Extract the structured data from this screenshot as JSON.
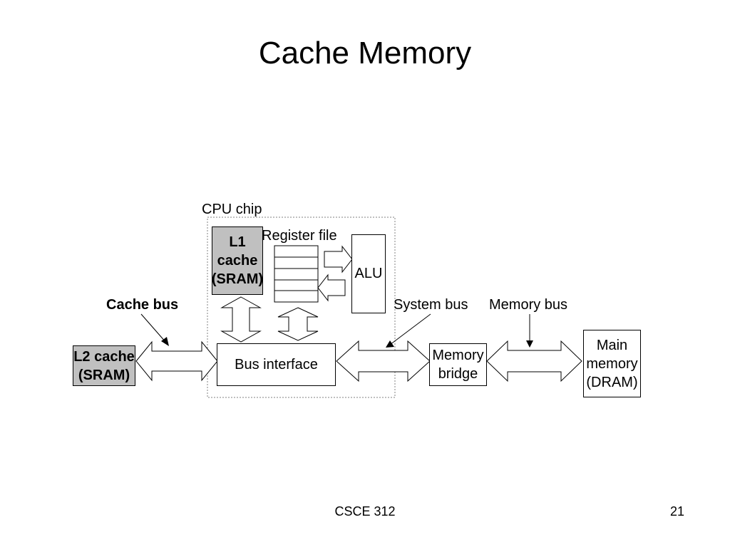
{
  "slide": {
    "title": "Cache Memory",
    "footer_course": "CSCE 312",
    "page_number": "21"
  },
  "diagram": {
    "cpu_chip_label": "CPU chip",
    "register_file_label": "Register file",
    "alu_label": "ALU",
    "l1_cache": [
      "L1",
      "cache",
      "(SRAM)"
    ],
    "l2_cache": [
      "L2 cache",
      "(SRAM)"
    ],
    "bus_interface_label": "Bus interface",
    "memory_bridge": [
      "Memory",
      "bridge"
    ],
    "main_memory": [
      "Main",
      "memory",
      "(DRAM)"
    ],
    "cache_bus_label": "Cache bus",
    "system_bus_label": "System bus",
    "memory_bus_label": "Memory bus",
    "colors": {
      "cache_fill": "#c0c0c0",
      "stroke": "#000000",
      "chip_border": "#808080"
    }
  }
}
